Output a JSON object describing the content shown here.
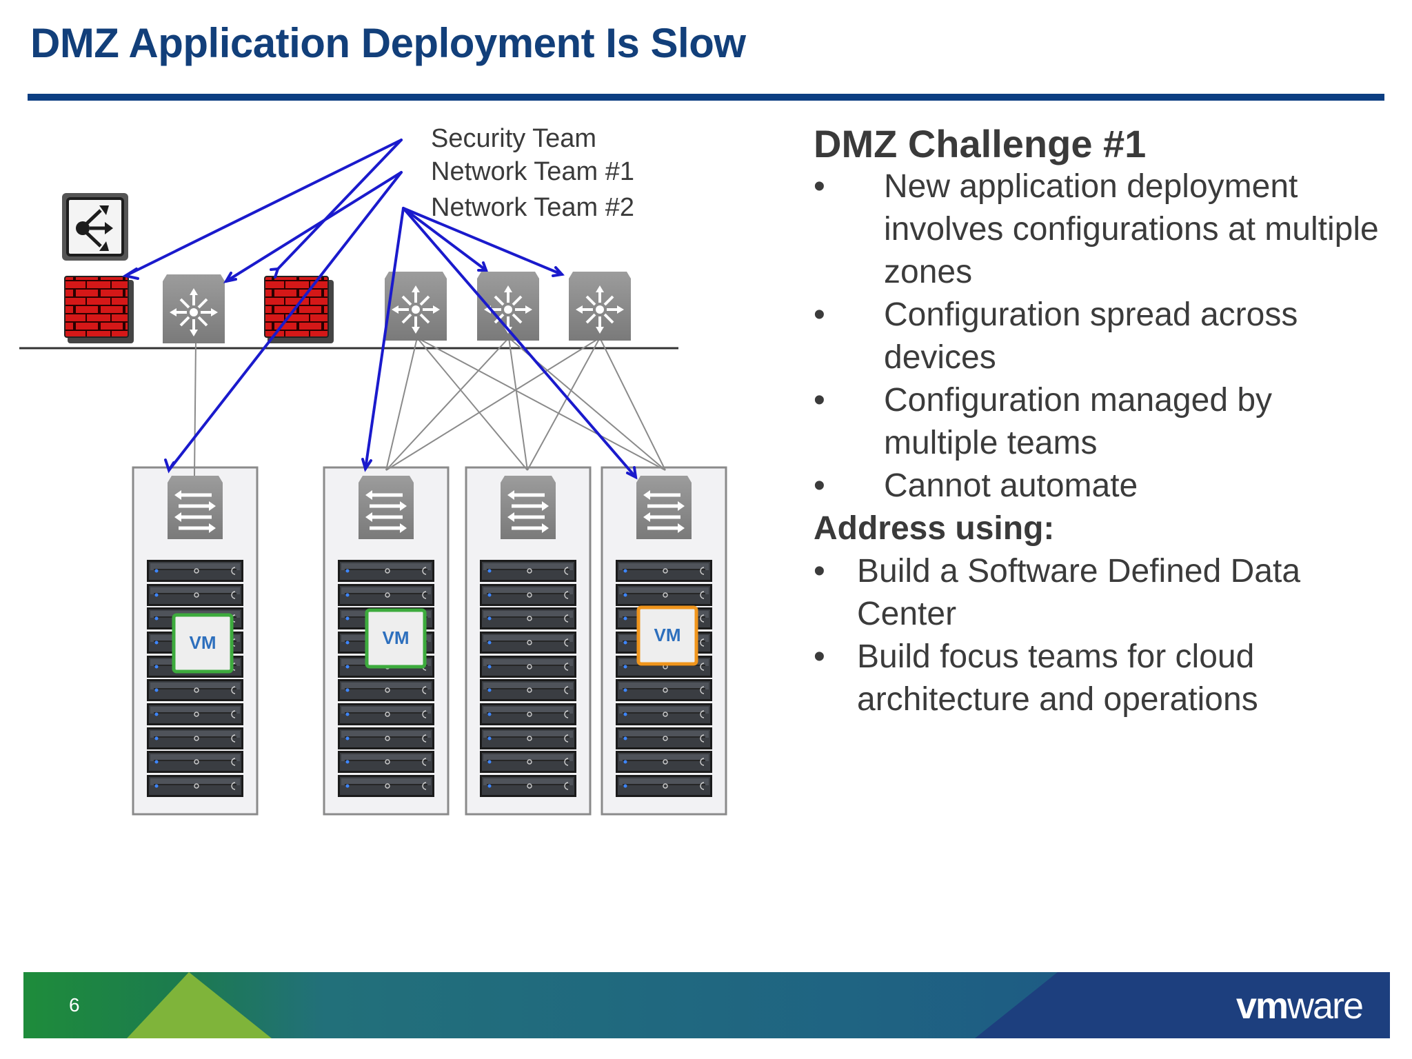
{
  "slide": {
    "title": "DMZ Application Deployment Is Slow",
    "page_number": "6"
  },
  "diagram": {
    "team_labels": [
      "Security Team",
      "Network Team #1",
      "Network Team #2"
    ],
    "vm_labels": [
      "VM",
      "VM",
      "VM"
    ],
    "colors": {
      "arrow": "#1a1acc",
      "firewall": "#d51818",
      "device": "#8a8a8a",
      "vm_border_ok": "#3dab3d",
      "vm_border_warn": "#f0951c"
    }
  },
  "challenge": {
    "heading": "DMZ Challenge #1",
    "bullet_symbol": "•",
    "items": [
      "New application deployment involves configurations at multiple zones",
      "Configuration spread across devices",
      "Configuration managed by multiple teams",
      "Cannot automate"
    ],
    "address_heading": "Address using:",
    "address_items": [
      "Build a Software Defined Data Center",
      "Build focus teams for cloud architecture and operations"
    ]
  },
  "footer": {
    "brand_prefix": "vm",
    "brand_suffix": "ware"
  }
}
